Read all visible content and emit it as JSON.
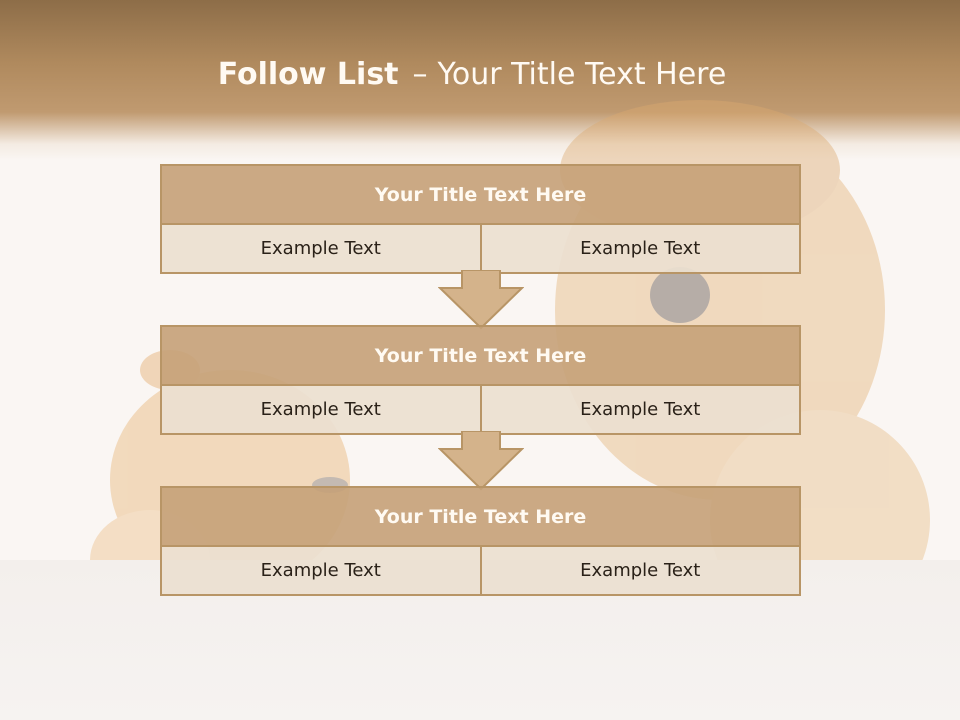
{
  "slide": {
    "title_bold": "Follow List",
    "title_sep": "–",
    "title_rest": "Your Title Text Here"
  },
  "steps": [
    {
      "title": "Your Title Text Here",
      "left": "Example Text",
      "right": "Example Text"
    },
    {
      "title": "Your Title Text Here",
      "left": "Example Text",
      "right": "Example Text"
    },
    {
      "title": "Your Title Text Here",
      "left": "Example Text",
      "right": "Example Text"
    }
  ],
  "colors": {
    "header_brown": "#8d6d48",
    "block_fill": "#c5a178",
    "cell_fill": "#ecdfd0",
    "border": "#b89566",
    "arrow": "#d4b38b"
  },
  "background": {
    "image_subject": "puppy-and-kitten-photo"
  }
}
